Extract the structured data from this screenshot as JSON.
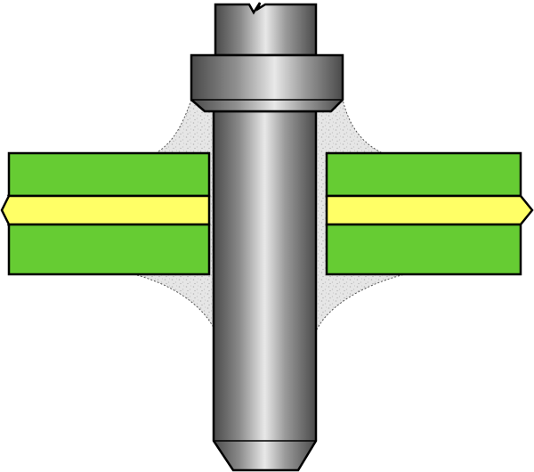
{
  "diagram": {
    "subject": "pin-through-board-solder-joint",
    "colors": {
      "board": "#66cc33",
      "inner_layer": "#ffff66",
      "solder": "#e6e6e6",
      "solder_speckle": "#b9b9b9",
      "pin_dark": "#4a4a4a",
      "pin_light": "#e8e8e8",
      "outline": "#000000"
    },
    "parts": [
      "pin",
      "pin-collar",
      "solder-fillet",
      "board-left",
      "board-right",
      "inner-layer"
    ]
  }
}
